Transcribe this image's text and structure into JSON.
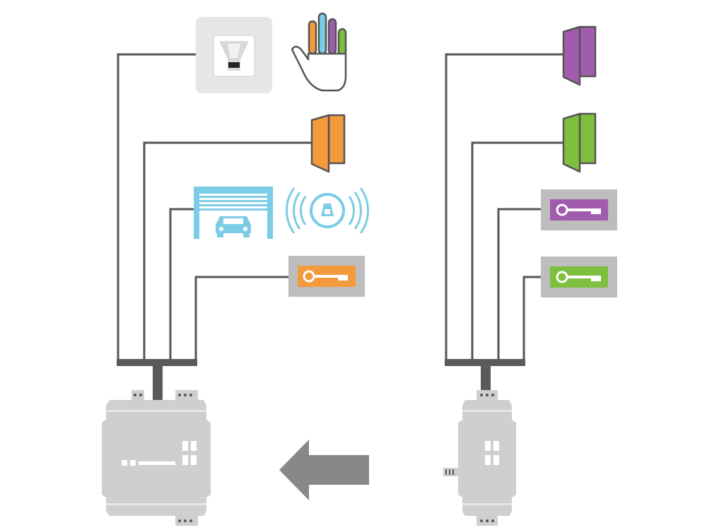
{
  "diagram": {
    "colors": {
      "wire": "#555555",
      "bus": "#5a5a5a",
      "device": "#cfcfcf",
      "device_dark": "#b5b5b5",
      "panel": "#bdbdbd",
      "orange": "#f39a3c",
      "purple": "#a15cad",
      "green": "#7fbf3f",
      "cyan": "#7ccce6",
      "blue": "#3a9ad9",
      "arrow": "#888888"
    },
    "left_system": {
      "inputs": [
        {
          "name": "fingerprint-reader",
          "icon": "fingerprint-scanner-icon"
        },
        {
          "name": "biometric-hand",
          "icon": "multicolor-hand-icon"
        },
        {
          "name": "door",
          "icon": "orange-door-icon",
          "color": "orange"
        },
        {
          "name": "garage-gate",
          "icon": "garage-with-car-icon",
          "color": "cyan"
        },
        {
          "name": "wireless-remote",
          "icon": "remote-signal-icon",
          "color": "cyan"
        },
        {
          "name": "key-reader",
          "icon": "orange-key-icon",
          "color": "orange"
        }
      ],
      "controller": {
        "icon": "large-din-rail-controller-icon"
      }
    },
    "right_system": {
      "inputs": [
        {
          "name": "door",
          "icon": "purple-door-icon",
          "color": "purple"
        },
        {
          "name": "door",
          "icon": "green-door-icon",
          "color": "green"
        },
        {
          "name": "key-reader",
          "icon": "purple-key-icon",
          "color": "purple"
        },
        {
          "name": "key-reader",
          "icon": "green-key-icon",
          "color": "green"
        }
      ],
      "controller": {
        "icon": "small-din-rail-module-icon"
      }
    },
    "flow_arrow": {
      "direction": "left",
      "icon": "left-arrow-icon"
    }
  }
}
